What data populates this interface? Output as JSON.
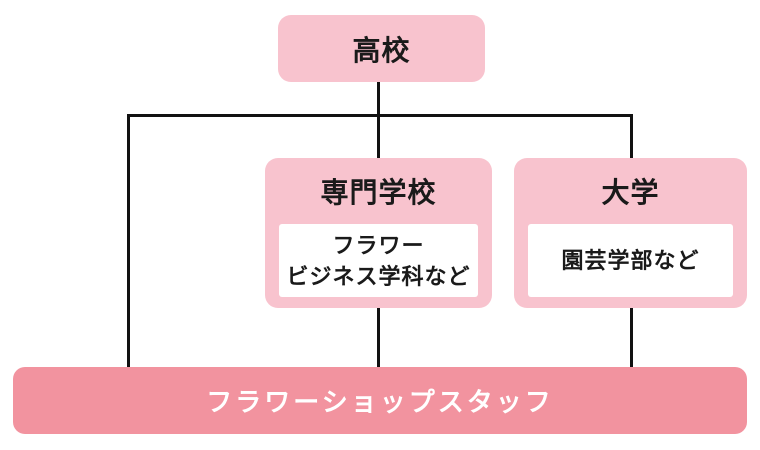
{
  "colors": {
    "box_pink": "#f8c3ce",
    "bar_pink": "#f2939f",
    "line_black": "#111111",
    "inner_white": "#ffffff",
    "label_black": "#1a1a1a",
    "bar_text": "#ffffff"
  },
  "nodes": {
    "high_school": {
      "label": "高校"
    },
    "vocational_school": {
      "label": "専門学校",
      "department_lines": [
        "フラワー",
        "ビジネス学科など"
      ]
    },
    "university": {
      "label": "大学",
      "department_lines": [
        "園芸学部など"
      ]
    },
    "career": {
      "label": "フラワーショップスタッフ"
    }
  }
}
